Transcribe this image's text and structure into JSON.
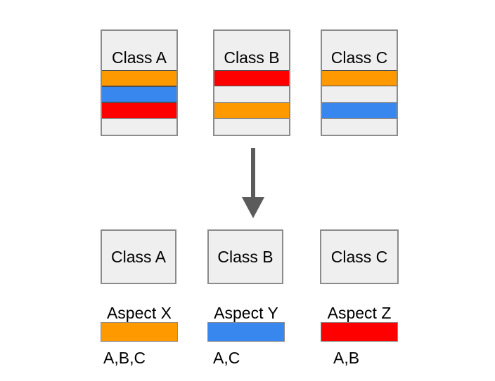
{
  "colors": {
    "orange": "#FF9900",
    "blue": "#3787EE",
    "red": "#FF0000",
    "box_fill": "#EFEFEF",
    "box_border": "#8B8B8B",
    "arrow": "#5B5B5B"
  },
  "top_row": {
    "boxes": [
      {
        "label": "Class A",
        "bars": [
          "orange",
          "blue",
          "red",
          "none"
        ]
      },
      {
        "label": "Class B",
        "bars": [
          "red",
          "none",
          "orange",
          "none"
        ]
      },
      {
        "label": "Class C",
        "bars": [
          "orange",
          "none",
          "blue",
          "none"
        ]
      }
    ]
  },
  "arrow": {
    "direction": "down",
    "color": "#5B5B5B"
  },
  "bottom_row": {
    "boxes": [
      {
        "label": "Class A"
      },
      {
        "label": "Class B"
      },
      {
        "label": "Class C"
      }
    ]
  },
  "aspects": [
    {
      "title": "Aspect X",
      "color_name": "orange",
      "color": "#FF9900",
      "classes": "A,B,C"
    },
    {
      "title": "Aspect Y",
      "color_name": "blue",
      "color": "#3787EE",
      "classes": "A,C"
    },
    {
      "title": "Aspect Z",
      "color_name": "red",
      "color": "#FF0000",
      "classes": "A,B"
    }
  ]
}
